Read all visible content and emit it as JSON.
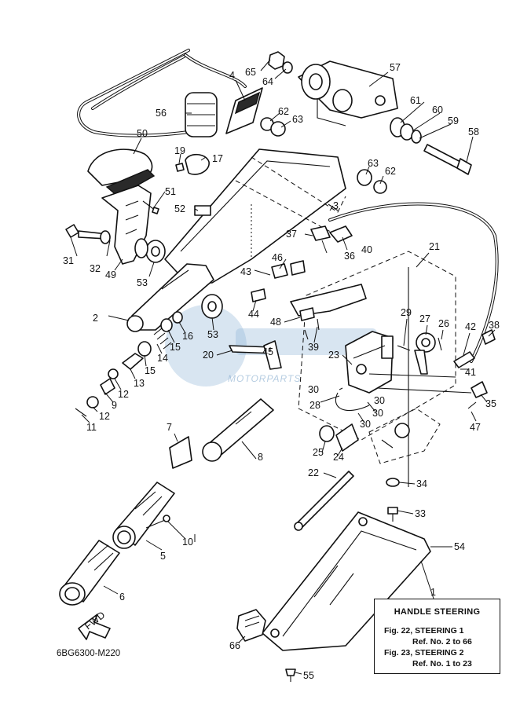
{
  "callouts": [
    "1",
    "2",
    "3",
    "4",
    "5",
    "6",
    "7",
    "8",
    "9",
    "10",
    "11",
    "12",
    "12",
    "13",
    "14",
    "15",
    "15",
    "16",
    "17",
    "19",
    "20",
    "21",
    "22",
    "23",
    "24",
    "25",
    "26",
    "27",
    "28",
    "29",
    "30",
    "30",
    "30",
    "30",
    "31",
    "32",
    "33",
    "34",
    "35",
    "36",
    "37",
    "38",
    "39",
    "40",
    "41",
    "42",
    "43",
    "44",
    "45",
    "46",
    "47",
    "48",
    "49",
    "50",
    "51",
    "52",
    "53",
    "53",
    "54",
    "55",
    "56",
    "57",
    "58",
    "59",
    "60",
    "61",
    "62",
    "62",
    "63",
    "63",
    "64",
    "65",
    "66"
  ],
  "reference_box": {
    "title": "HANDLE STEERING",
    "line1": "Fig. 22, STEERING 1",
    "line2": "Ref. No. 2 to 66",
    "line3": "Fig. 23, STEERING 2",
    "line4": "Ref. No. 1 to 23"
  },
  "direction_label": "FWD",
  "diagram_code": "6BG6300-M220",
  "watermark_text": "MOTORPARTS"
}
